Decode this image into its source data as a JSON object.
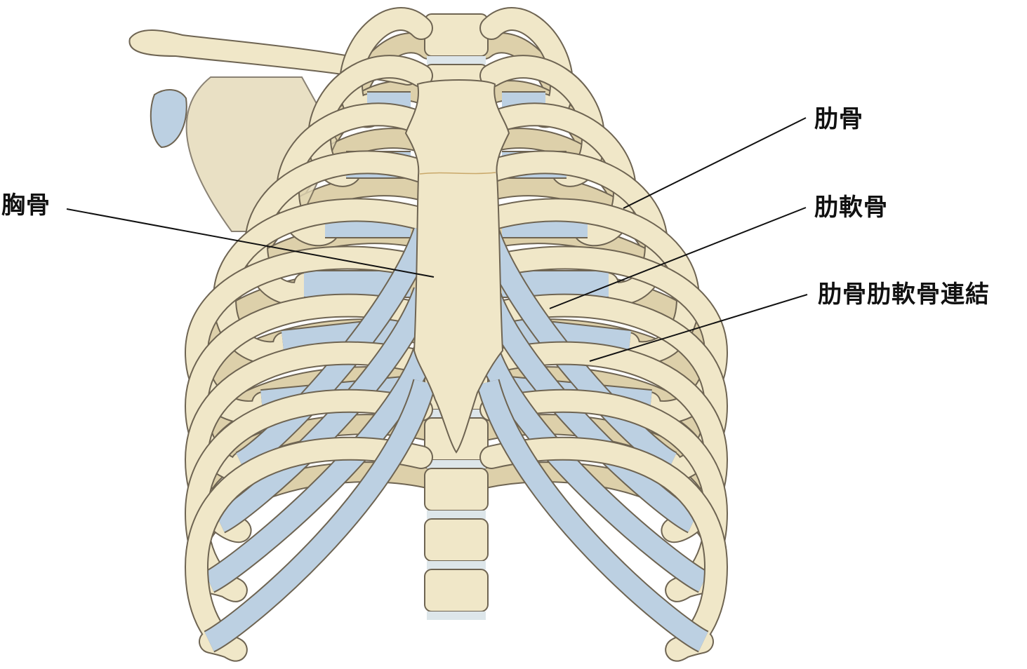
{
  "labels": {
    "rib": "肋骨",
    "sternum": "胸骨",
    "costal_cartilage": "肋軟骨",
    "costochondral_joint": "肋骨肋軟骨連結"
  },
  "colors": {
    "bone": "#f0e7c8",
    "bone_shadow": "#ddd0aa",
    "outline": "#6e6452",
    "cartilage": "#bcd0e2",
    "leader": "#111111"
  }
}
